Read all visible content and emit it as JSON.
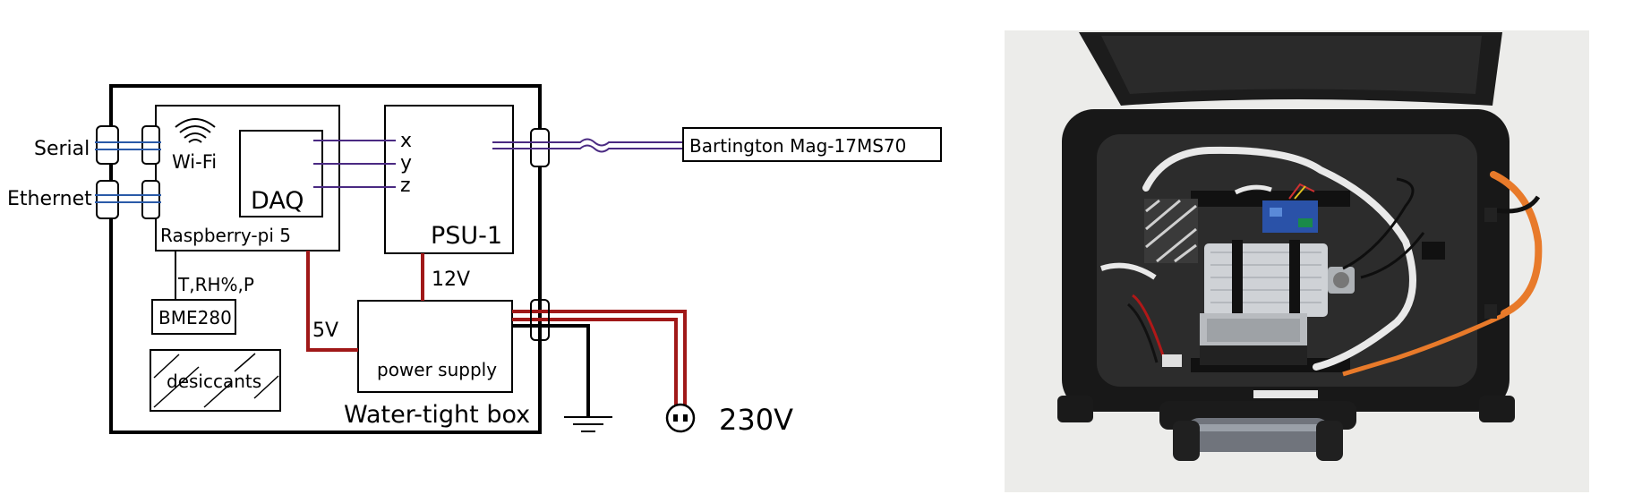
{
  "diagram": {
    "box_label": "Water-tight box",
    "raspberry_label": "Raspberry-pi 5",
    "wifi_label": "Wi-Fi",
    "daq_label": "DAQ",
    "psu_label": "PSU-1",
    "axes": [
      "x",
      "y",
      "z"
    ],
    "sensor_label": "Bartington Mag-17MS70",
    "serial_label": "Serial",
    "ethernet_label": "Ethernet",
    "env_label": "T,RH%,P",
    "bme_label": "BME280",
    "desiccants_label": "desiccants",
    "v5_label": "5V",
    "v12_label": "12V",
    "power_supply_label": "power supply",
    "mains_label": "230V"
  },
  "colors": {
    "power": "#a01818",
    "data": "#4a2a82",
    "network": "#2a5aa8",
    "ground": "#000000"
  }
}
